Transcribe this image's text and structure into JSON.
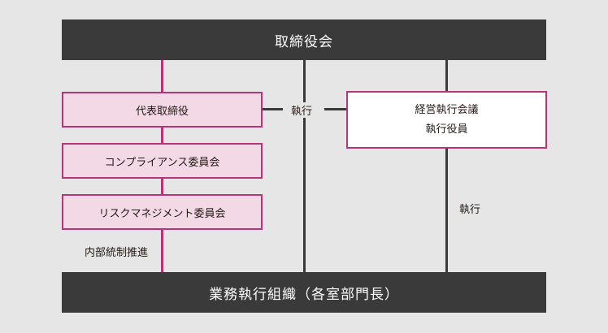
{
  "top_bar": {
    "label": "取締役会"
  },
  "bottom_bar": {
    "label": "業務執行組織（各室部門長）"
  },
  "left_boxes": [
    {
      "label": "代表取締役"
    },
    {
      "label": "コンプライアンス委員会"
    },
    {
      "label": "リスクマネジメント委員会"
    }
  ],
  "right_box": {
    "line1": "経営執行会議",
    "line2": "執行役員"
  },
  "labels": {
    "execution_middle": "執行",
    "execution_right": "執行",
    "internal_control": "内部統制推進"
  },
  "colors": {
    "background": "#e6e6e6",
    "dark_bar": "#3a3a3a",
    "accent_pink": "#b5357a",
    "pink_fill": "#f3d9e6"
  }
}
